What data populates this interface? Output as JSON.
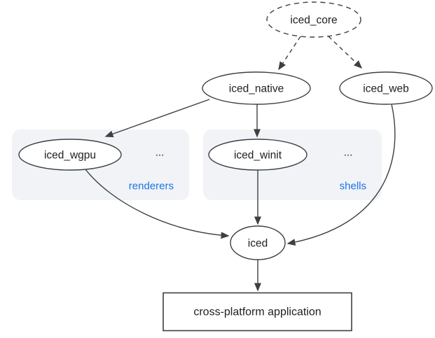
{
  "nodes": {
    "iced_core": {
      "label": "iced_core",
      "shape": "dashed-ellipse"
    },
    "iced_native": {
      "label": "iced_native",
      "shape": "ellipse"
    },
    "iced_web": {
      "label": "iced_web",
      "shape": "ellipse"
    },
    "iced_wgpu": {
      "label": "iced_wgpu",
      "shape": "ellipse",
      "group": "renderers"
    },
    "iced_winit": {
      "label": "iced_winit",
      "shape": "ellipse",
      "group": "shells"
    },
    "iced": {
      "label": "iced",
      "shape": "ellipse"
    },
    "app": {
      "label": "cross-platform application",
      "shape": "rect"
    }
  },
  "groups": {
    "renderers": {
      "label": "renderers",
      "ellipsis": "..."
    },
    "shells": {
      "label": "shells",
      "ellipsis": "..."
    }
  },
  "edges": [
    {
      "from": "iced_core",
      "to": "iced_native",
      "style": "dashed"
    },
    {
      "from": "iced_core",
      "to": "iced_web",
      "style": "dashed"
    },
    {
      "from": "iced_native",
      "to": "iced_wgpu",
      "style": "solid"
    },
    {
      "from": "iced_native",
      "to": "iced_winit",
      "style": "solid"
    },
    {
      "from": "iced_wgpu",
      "to": "iced",
      "style": "solid"
    },
    {
      "from": "iced_winit",
      "to": "iced",
      "style": "solid"
    },
    {
      "from": "iced_web",
      "to": "iced",
      "style": "solid"
    },
    {
      "from": "iced",
      "to": "app",
      "style": "solid"
    }
  ],
  "colors": {
    "line": "#3c4043",
    "text": "#202124",
    "group_label_blue": "#1a73e8",
    "group_background": "#f1f3f6",
    "node_fill": "#ffffff"
  }
}
